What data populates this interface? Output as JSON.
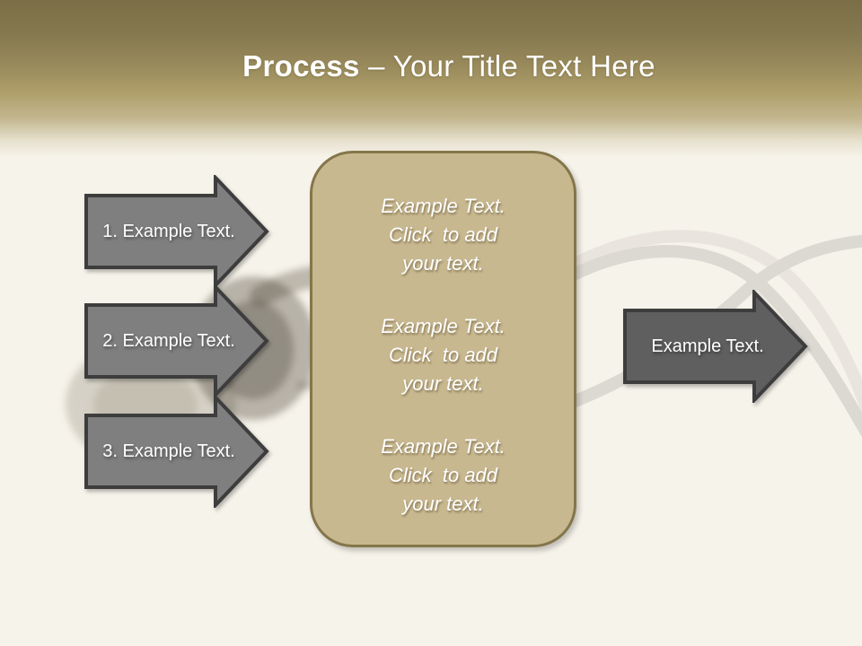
{
  "slide": {
    "title": {
      "bold": "Process",
      "rest": " – Your Title Text Here"
    },
    "left_arrows": [
      {
        "label": "1. Example Text."
      },
      {
        "label": "2. Example Text."
      },
      {
        "label": "3. Example Text."
      }
    ],
    "center_box": {
      "blocks": [
        {
          "line1": "Example Text.",
          "line2": "Click  to add",
          "line3": "your text."
        },
        {
          "line1": "Example Text.",
          "line2": "Click  to add",
          "line3": "your text."
        },
        {
          "line1": "Example Text.",
          "line2": "Click  to add",
          "line3": "your text."
        }
      ]
    },
    "right_arrow": {
      "label": "Example Text."
    },
    "colors": {
      "header_gradient_top": "#7b6e46",
      "header_gradient_bottom": "#b0a06c",
      "slide_background": "#f6f3ea",
      "title_text": "#ffffff",
      "left_arrow_fill": "#7f7f7f",
      "right_arrow_fill": "#5f5f5f",
      "arrow_border": "#3d3d3d",
      "arrow_text": "#ffffff",
      "center_box_fill": "#c8b890",
      "center_box_border": "#84764a",
      "center_box_text": "#ffffff",
      "background_cables": "#dad7d1"
    }
  }
}
